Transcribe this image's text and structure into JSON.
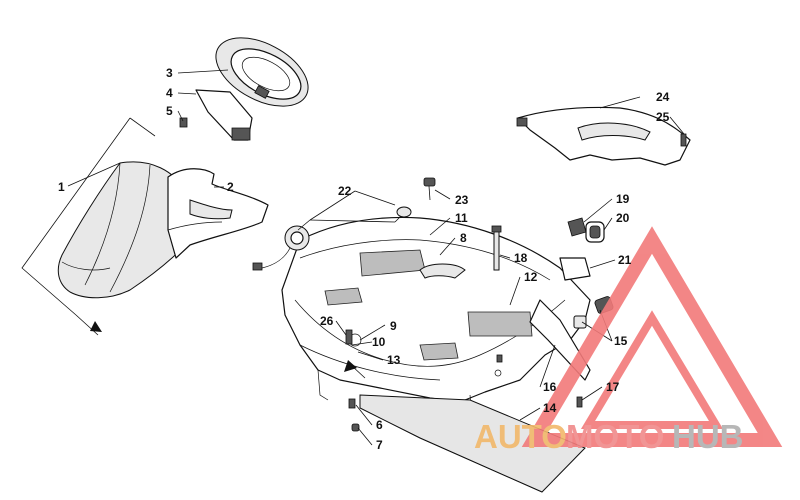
{
  "callouts": [
    {
      "id": "c1",
      "text": "1"
    },
    {
      "id": "c2",
      "text": "2"
    },
    {
      "id": "c3",
      "text": "3"
    },
    {
      "id": "c4",
      "text": "4"
    },
    {
      "id": "c5",
      "text": "5"
    },
    {
      "id": "c6",
      "text": "6"
    },
    {
      "id": "c7",
      "text": "7"
    },
    {
      "id": "c8",
      "text": "8"
    },
    {
      "id": "c9",
      "text": "9"
    },
    {
      "id": "c10",
      "text": "10"
    },
    {
      "id": "c11",
      "text": "11"
    },
    {
      "id": "c12",
      "text": "12"
    },
    {
      "id": "c13",
      "text": "13"
    },
    {
      "id": "c14",
      "text": "14"
    },
    {
      "id": "c15",
      "text": "15"
    },
    {
      "id": "c16",
      "text": "16"
    },
    {
      "id": "c17",
      "text": "17"
    },
    {
      "id": "c18",
      "text": "18"
    },
    {
      "id": "c19",
      "text": "19"
    },
    {
      "id": "c20",
      "text": "20"
    },
    {
      "id": "c21",
      "text": "21"
    },
    {
      "id": "c22",
      "text": "22"
    },
    {
      "id": "c23",
      "text": "23"
    },
    {
      "id": "c24",
      "text": "24"
    },
    {
      "id": "c25",
      "text": "25"
    },
    {
      "id": "c26",
      "text": "26"
    }
  ],
  "watermark": {
    "part1": "AUTO",
    "part2": "MOTO",
    "part3": "HUB",
    "color_part1": "#f2b86a",
    "color_part2": "#f08a8a",
    "color_part3": "#b0b0b0",
    "triangle_color": "#f27a7a"
  }
}
